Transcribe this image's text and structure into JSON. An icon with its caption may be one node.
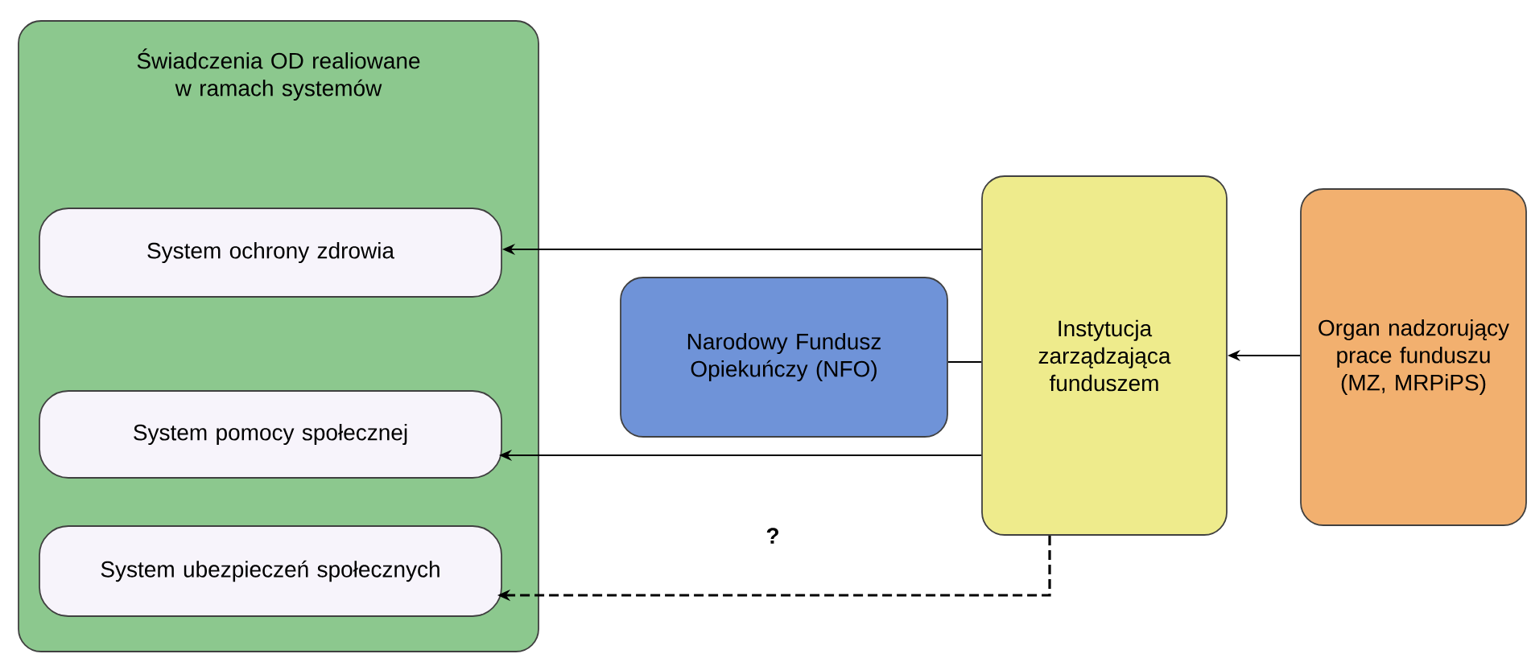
{
  "diagram": {
    "nodes": [
      {
        "text": [
          "Świadczenia OD realiowane w ramach systemów"
        ]
      },
      {
        "text": [
          "System ochrony zdrowia"
        ],
        "in": 0
      },
      {
        "text": [
          "System pomocy społecznej"
        ],
        "in": 0
      },
      {
        "text": [
          "System ubezpieczeń społecznych"
        ],
        "in": 0
      },
      {
        "text": [
          "Narodowy Fundusz Opiekuńczy (NFO)"
        ]
      },
      {
        "text": [
          "Instytucja zarządzająca funduszem"
        ]
      },
      {
        "text": [
          "Organ nadzorujący prace funduszu (MZ, MRPiPS)"
        ]
      }
    ],
    "edges": [
      {
        "from": 5,
        "to": 1,
        "arrow": "to"
      },
      {
        "from": 5,
        "to": 2,
        "arrow": "to"
      },
      {
        "from": 5,
        "to": 3,
        "arrow": "to",
        "style": "dashed",
        "label": "?"
      },
      {
        "from": 5,
        "to": 4,
        "arrow": "none"
      },
      {
        "from": 6,
        "to": 5,
        "arrow": "to"
      }
    ]
  }
}
